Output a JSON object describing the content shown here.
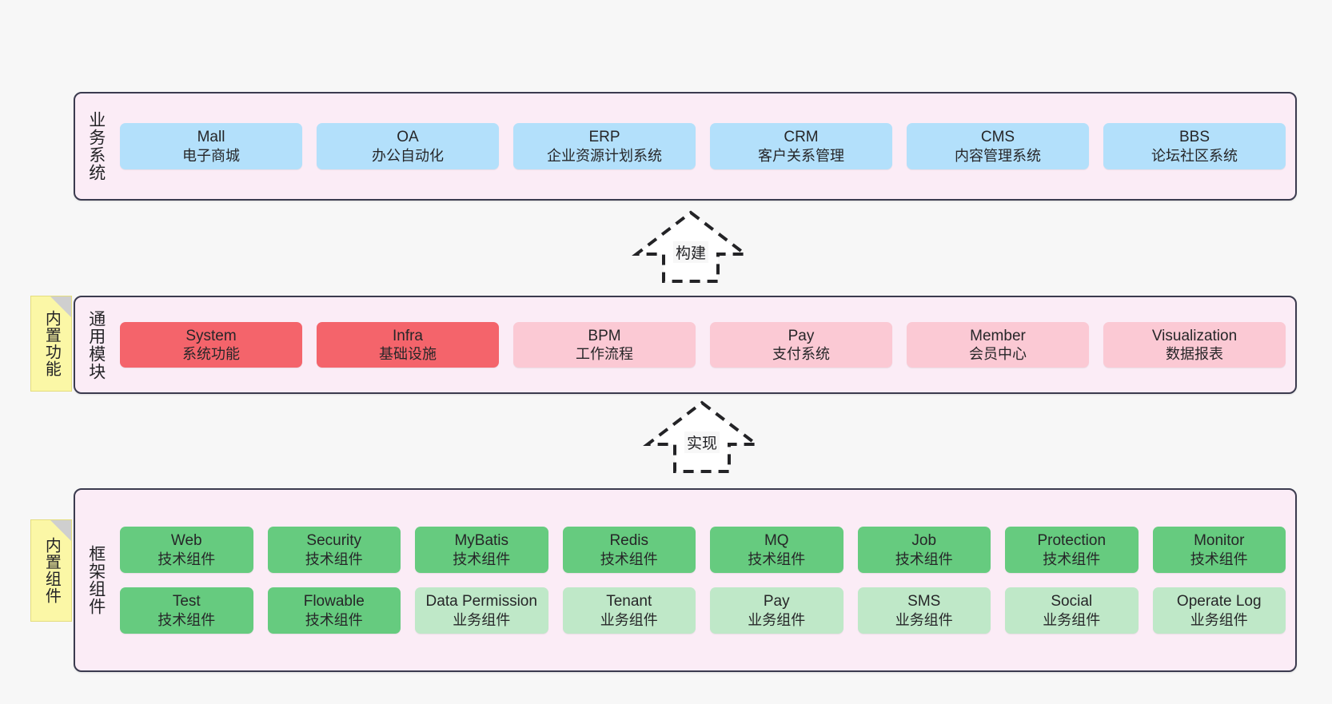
{
  "layers": [
    {
      "key": "business",
      "title": "业务系统",
      "rows": [
        {
          "cards": [
            {
              "name": "Mall",
              "sub": "电子商城",
              "color": "c-blue"
            },
            {
              "name": "OA",
              "sub": "办公自动化",
              "color": "c-blue"
            },
            {
              "name": "ERP",
              "sub": "企业资源计划系统",
              "color": "c-blue"
            },
            {
              "name": "CRM",
              "sub": "客户关系管理",
              "color": "c-blue"
            },
            {
              "name": "CMS",
              "sub": "内容管理系统",
              "color": "c-blue"
            },
            {
              "name": "BBS",
              "sub": "论坛社区系统",
              "color": "c-blue"
            }
          ]
        }
      ]
    },
    {
      "key": "common",
      "title": "通用模块",
      "sticky": "内置功能",
      "rows": [
        {
          "cards": [
            {
              "name": "System",
              "sub": "系统功能",
              "color": "c-red"
            },
            {
              "name": "Infra",
              "sub": "基础设施",
              "color": "c-red"
            },
            {
              "name": "BPM",
              "sub": "工作流程",
              "color": "c-pink"
            },
            {
              "name": "Pay",
              "sub": "支付系统",
              "color": "c-pink"
            },
            {
              "name": "Member",
              "sub": "会员中心",
              "color": "c-pink"
            },
            {
              "name": "Visualization",
              "sub": "数据报表",
              "color": "c-pink"
            }
          ]
        }
      ]
    },
    {
      "key": "framework",
      "title": "框架组件",
      "sticky": "内置组件",
      "rows": [
        {
          "cards": [
            {
              "name": "Web",
              "sub": "技术组件",
              "color": "c-green"
            },
            {
              "name": "Security",
              "sub": "技术组件",
              "color": "c-green"
            },
            {
              "name": "MyBatis",
              "sub": "技术组件",
              "color": "c-green"
            },
            {
              "name": "Redis",
              "sub": "技术组件",
              "color": "c-green"
            },
            {
              "name": "MQ",
              "sub": "技术组件",
              "color": "c-green"
            },
            {
              "name": "Job",
              "sub": "技术组件",
              "color": "c-green"
            },
            {
              "name": "Protection",
              "sub": "技术组件",
              "color": "c-green"
            },
            {
              "name": "Monitor",
              "sub": "技术组件",
              "color": "c-green"
            }
          ]
        },
        {
          "cards": [
            {
              "name": "Test",
              "sub": "技术组件",
              "color": "c-green"
            },
            {
              "name": "Flowable",
              "sub": "技术组件",
              "color": "c-green"
            },
            {
              "name": "Data Permission",
              "sub": "业务组件",
              "color": "c-greenlight"
            },
            {
              "name": "Tenant",
              "sub": "业务组件",
              "color": "c-greenlight"
            },
            {
              "name": "Pay",
              "sub": "业务组件",
              "color": "c-greenlight"
            },
            {
              "name": "SMS",
              "sub": "业务组件",
              "color": "c-greenlight"
            },
            {
              "name": "Social",
              "sub": "业务组件",
              "color": "c-greenlight"
            },
            {
              "name": "Operate Log",
              "sub": "业务组件",
              "color": "c-greenlight"
            }
          ]
        }
      ]
    }
  ],
  "arrows": [
    {
      "key": "build",
      "label": "构建"
    },
    {
      "key": "implement",
      "label": "实现"
    }
  ],
  "colors": {
    "background": "#f7f7f7",
    "layer_fill": "#fbecf6",
    "layer_border": "#3b3b4f",
    "blue": "#b3e0fb",
    "red": "#f4646b",
    "pink": "#fbc9d4",
    "green": "#66cb7f",
    "green_light": "#bfe8c8",
    "sticky_yellow": "#fbf7a6"
  }
}
